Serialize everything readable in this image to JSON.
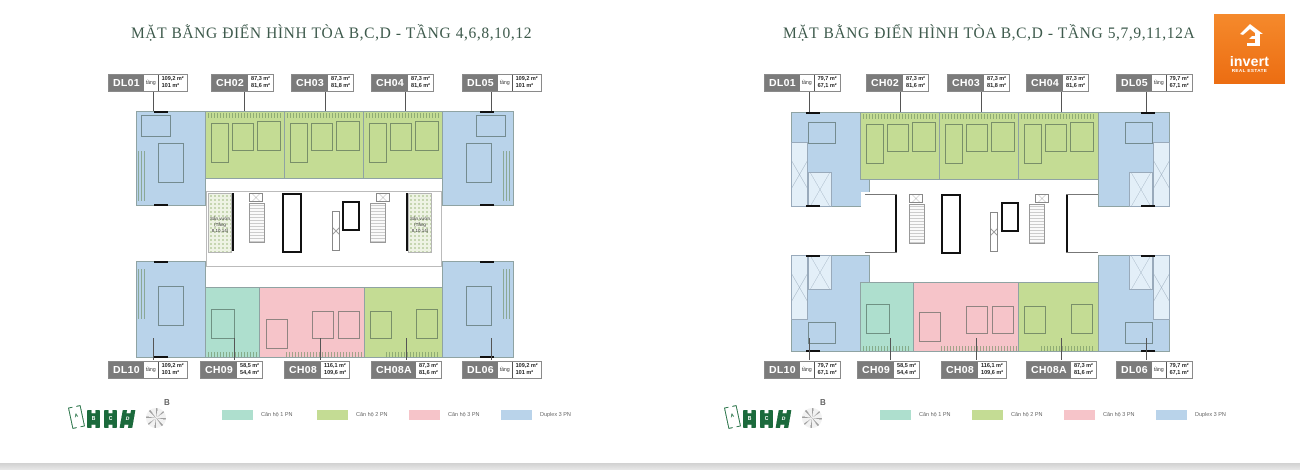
{
  "logo": {
    "brand": "invert",
    "subtitle": "REAL ESTATE",
    "color": "#ef7a22",
    "icon": "house-icon"
  },
  "legend": {
    "items": [
      {
        "label": "Căn hộ 1 PN",
        "color": "#aedfce"
      },
      {
        "label": "Căn hộ 2 PN",
        "color": "#c4dc94"
      },
      {
        "label": "Căn hộ 3 PN",
        "color": "#f6c4c9"
      },
      {
        "label": "Duplex 3 PN",
        "color": "#b9d3ea"
      }
    ],
    "towers": [
      "A",
      "B",
      "C",
      "D"
    ],
    "compass_label": "B"
  },
  "plans": [
    {
      "title": "MẶT BẰNG ĐIỂN HÌNH TÒA B,C,D - TẦNG 4,6,8,10,12",
      "sky_garden_label": "Sân vườn",
      "sky_garden_floors": "(Tầng 8,10,14)",
      "top_units": [
        {
          "code": "DL01",
          "tang": "tầng",
          "area1": "109,2 m²",
          "area2": "101 m²",
          "type": "Duplex 3 PN"
        },
        {
          "code": "CH02",
          "area1": "87,3 m²",
          "area2": "81,6 m²",
          "type": "Căn hộ 2 PN"
        },
        {
          "code": "CH03",
          "area1": "87,3 m²",
          "area2": "81,8 m²",
          "type": "Căn hộ 2 PN"
        },
        {
          "code": "CH04",
          "area1": "87,3 m²",
          "area2": "81,6 m²",
          "type": "Căn hộ 2 PN"
        },
        {
          "code": "DL05",
          "tang": "tầng",
          "area1": "109,2 m²",
          "area2": "101 m²",
          "type": "Duplex 3 PN"
        }
      ],
      "bottom_units": [
        {
          "code": "DL10",
          "tang": "tầng",
          "area1": "109,2 m²",
          "area2": "101 m²",
          "type": "Duplex 3 PN"
        },
        {
          "code": "CH09",
          "area1": "58,5 m²",
          "area2": "54,4 m²",
          "type": "Căn hộ 1 PN"
        },
        {
          "code": "CH08",
          "area1": "116,1 m²",
          "area2": "109,6 m²",
          "type": "Căn hộ 3 PN"
        },
        {
          "code": "CH08A",
          "area1": "87,3 m²",
          "area2": "81,6 m²",
          "type": "Căn hộ 2 PN"
        },
        {
          "code": "DL06",
          "tang": "tầng",
          "area1": "109,2 m²",
          "area2": "101 m²",
          "type": "Duplex 3 PN"
        }
      ]
    },
    {
      "title": "MẶT BẰNG ĐIỂN HÌNH TÒA B,C,D - TẦNG 5,7,9,11,12A",
      "top_units": [
        {
          "code": "DL01",
          "tang": "tầng",
          "area1": "79,7 m²",
          "area2": "67,1 m²",
          "type": "Duplex 3 PN"
        },
        {
          "code": "CH02",
          "area1": "87,3 m²",
          "area2": "81,6 m²",
          "type": "Căn hộ 2 PN"
        },
        {
          "code": "CH03",
          "area1": "87,3 m²",
          "area2": "81,8 m²",
          "type": "Căn hộ 2 PN"
        },
        {
          "code": "CH04",
          "area1": "87,3 m²",
          "area2": "81,6 m²",
          "type": "Căn hộ 2 PN"
        },
        {
          "code": "DL05",
          "tang": "tầng",
          "area1": "79,7 m²",
          "area2": "67,1 m²",
          "type": "Duplex 3 PN"
        }
      ],
      "bottom_units": [
        {
          "code": "DL10",
          "tang": "tầng",
          "area1": "79,7 m²",
          "area2": "67,1 m²",
          "type": "Duplex 3 PN"
        },
        {
          "code": "CH09",
          "area1": "58,5 m²",
          "area2": "54,4 m²",
          "type": "Căn hộ 1 PN"
        },
        {
          "code": "CH08",
          "area1": "116,1 m²",
          "area2": "109,6 m²",
          "type": "Căn hộ 3 PN"
        },
        {
          "code": "CH08A",
          "area1": "87,3 m²",
          "area2": "81,6 m²",
          "type": "Căn hộ 2 PN"
        },
        {
          "code": "DL06",
          "tang": "tầng",
          "area1": "79,7 m²",
          "area2": "67,1 m²",
          "type": "Duplex 3 PN"
        }
      ]
    }
  ]
}
